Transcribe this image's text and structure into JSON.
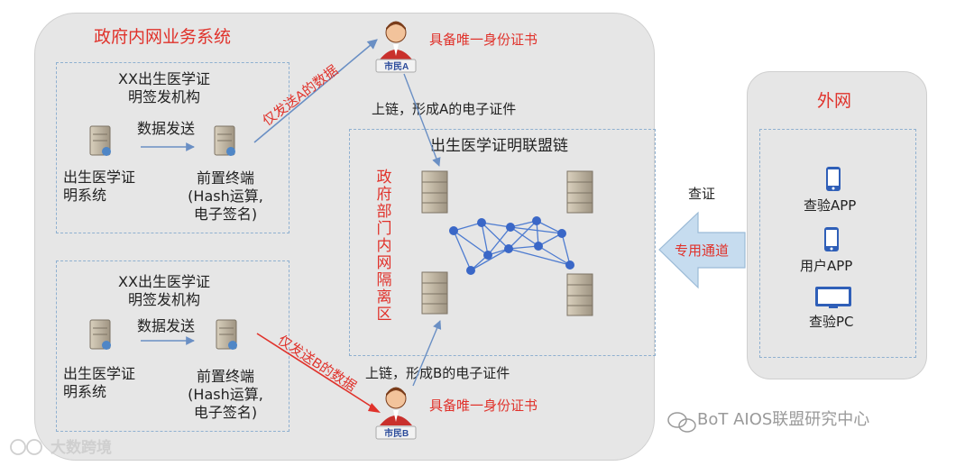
{
  "gov": {
    "title": "政府内网业务系统"
  },
  "org_a": {
    "title": "XX出生医学证\n明签发机构",
    "send_label": "数据发送",
    "system_label": "出生医学证\n明系统",
    "terminal_label": "前置终端\n(Hash运算,\n电子签名)",
    "arrow_label": "仅发送A的数据"
  },
  "org_b": {
    "title": "XX出生医学证\n明签发机构",
    "send_label": "数据发送",
    "system_label": "出生医学证\n明系统",
    "terminal_label": "前置终端\n(Hash运算,\n电子签名)",
    "arrow_label": "仅发送B的数据"
  },
  "citizen_a": {
    "name": "市民A",
    "cert": "具备唯一身份证书",
    "chain_label": "上链，形成A的电子证件"
  },
  "citizen_b": {
    "name": "市民B",
    "cert": "具备唯一身份证书",
    "chain_label": "上链，形成B的电子证件"
  },
  "chain": {
    "title": "出生医学证明联盟链",
    "isolation": "政府部门内网隔离区"
  },
  "external": {
    "title": "外网",
    "items": [
      {
        "label": "查验APP",
        "icon": "phone-icon"
      },
      {
        "label": "用户APP",
        "icon": "phone-icon"
      },
      {
        "label": "查验PC",
        "icon": "monitor-icon"
      }
    ]
  },
  "channel": {
    "verify_label": "查证",
    "arrow_label": "专用通道"
  },
  "watermark": {
    "left": "大数跨境",
    "right": "BoT AIOS联盟研究中心"
  },
  "colors": {
    "accent_red": "#e0322b",
    "arrow_blue": "#6a8fc4",
    "panel_gray": "#e6e6e6",
    "node_blue": "#3a67c7"
  }
}
